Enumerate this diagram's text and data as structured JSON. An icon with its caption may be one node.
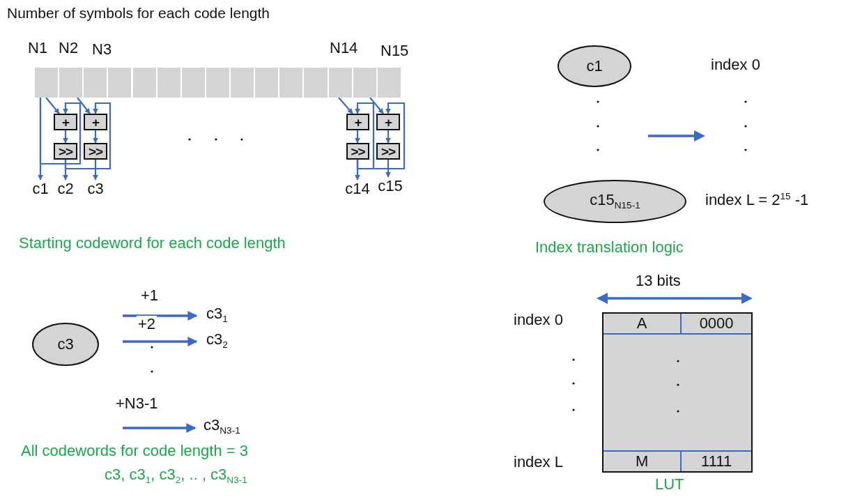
{
  "diagram": {
    "nodes": [
      {
        "text": [],
        "shape": "bar"
      },
      {
        "text": [
          "+"
        ]
      },
      {
        "text": [
          "+"
        ]
      },
      {
        "text": [
          "+"
        ]
      },
      {
        "text": [
          "+"
        ]
      },
      {
        "text": [
          ">>"
        ]
      },
      {
        "text": [
          ">>"
        ]
      },
      {
        "text": [
          ">>"
        ]
      },
      {
        "text": [
          ">>"
        ]
      },
      {
        "text": [
          "c1"
        ]
      },
      {
        "text": [
          "c2"
        ]
      },
      {
        "text": [
          "c3"
        ]
      },
      {
        "text": [
          "c14"
        ]
      },
      {
        "text": [
          "c15"
        ]
      },
      {
        "text": [
          "c1"
        ]
      },
      {
        "text": [
          "c15$_{N15-1}$"
        ]
      },
      {
        "text": [
          "index 0"
        ]
      },
      {
        "text": [
          "index L = 2$^{15}$ -1"
        ]
      },
      {
        "text": [
          "c3"
        ]
      },
      {
        "text": [
          "c3$_{1}$"
        ]
      },
      {
        "text": [
          "c3$_{2}$"
        ]
      },
      {
        "text": [
          "c3$_{N3-1}$"
        ]
      },
      {
        "text": [
          "A",
          "0000",
          "M",
          "1111"
        ],
        "beside": [
          "LUT"
        ]
      }
    ],
    "edges": [
      {
        "from": 0,
        "to": 9,
        "arrow": "to"
      },
      {
        "from": 0,
        "to": 1,
        "arrow": "to"
      },
      {
        "from": 0,
        "to": 1,
        "arrow": "to"
      },
      {
        "from": 1,
        "to": 5,
        "arrow": "to"
      },
      {
        "from": 5,
        "to": 10,
        "arrow": "to"
      },
      {
        "from": 0,
        "to": 2,
        "arrow": "to"
      },
      {
        "from": 5,
        "to": 2,
        "arrow": "to"
      },
      {
        "from": 2,
        "to": 6,
        "arrow": "to"
      },
      {
        "from": 6,
        "to": 11,
        "arrow": "to"
      },
      {
        "from": 0,
        "to": 3,
        "arrow": "to"
      },
      {
        "from": 7,
        "to": 3,
        "arrow": "to"
      },
      {
        "from": 3,
        "to": 7,
        "arrow": "to"
      },
      {
        "from": 7,
        "to": 12,
        "arrow": "to"
      },
      {
        "from": 0,
        "to": 4,
        "arrow": "to"
      },
      {
        "from": 7,
        "to": 4,
        "arrow": "to"
      },
      {
        "from": 4,
        "to": 8,
        "arrow": "to"
      },
      {
        "from": 8,
        "to": 13,
        "arrow": "to"
      },
      {
        "from": null,
        "to": 19,
        "arrow": "to",
        "label": "+1"
      },
      {
        "from": null,
        "to": 20,
        "arrow": "to",
        "label": "+2"
      },
      {
        "from": null,
        "to": 21,
        "arrow": "to",
        "label": "+N3-1"
      }
    ],
    "labels": [
      "Number of symbols for each code length",
      "N1",
      "N2",
      "N3",
      "N14",
      "N15",
      "Starting codeword for each code length",
      "Index translation logic",
      "13 bits",
      "index 0",
      "index L",
      "All codewords for code length = 3",
      "c3, c3$_{1}$, c3$_{2}$, .. , c3$_{N3-1}$"
    ]
  }
}
